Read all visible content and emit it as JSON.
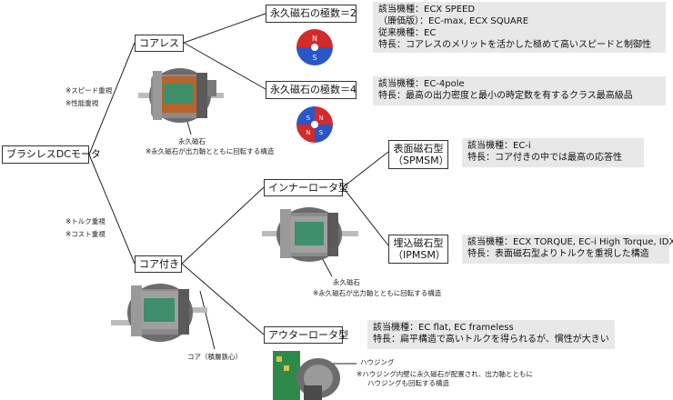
{
  "root": {
    "label": "ブラシレスDCモータ"
  },
  "coreless": {
    "label": "コアレス",
    "notes": [
      "※スピード重視",
      "※性能重視"
    ],
    "magnet_caption": "永久磁石",
    "rotation_caption": "※永久磁石が出力軸とともに回転する構造",
    "pole2": {
      "label": "永久磁石の極数＝2",
      "info": [
        "該当機種：ECX SPEED",
        "（廉価版）：EC-max, ECX SQUARE",
        "従来機種：EC",
        "特長：コアレスのメリットを活かした極めて高いスピードと制御性"
      ],
      "poles": [
        "N",
        "S"
      ]
    },
    "pole4": {
      "label": "永久磁石の極数＝4",
      "info": [
        "該当機種：EC-4pole",
        "特長：最高の出力密度と最小の時定数を有するクラス最高級品"
      ],
      "poles": [
        "N",
        "S",
        "S",
        "N"
      ]
    }
  },
  "cored": {
    "label": "コア付き",
    "notes": [
      "※トルク重視",
      "※コスト重視"
    ],
    "core_caption": "コア（積層鉄心）",
    "inner": {
      "label": "インナーロータ型",
      "magnet_caption": "永久磁石",
      "rotation_caption": "※永久磁石が出力軸とともに回転する構造",
      "spm": {
        "label": [
          "表面磁石型",
          "（SPMSM）"
        ],
        "info": [
          "該当機種：EC-i",
          "特長：コア付きの中では最高の応答性"
        ]
      },
      "ipm": {
        "label": [
          "埋込磁石型",
          "（IPMSM）"
        ],
        "info": [
          "該当機種：ECX TORQUE, EC-i High Torque, IDX",
          "特長：表面磁石型よりトルクを重視した構造"
        ]
      }
    },
    "outer": {
      "label": "アウターロータ型",
      "info": [
        "該当機種：EC flat, EC frameless",
        "特長：扁平構造で高いトルクを得られるが、慣性が大きい"
      ],
      "housing_caption": "ハウジング",
      "housing_note": [
        "※ハウジング内壁に永久磁石が配置され、出力軸とともに",
        "ハウジングも回転する構造"
      ]
    }
  },
  "colors": {
    "north": "#d42a2a",
    "south": "#2a56c6",
    "box_bg": "#e8e8e8"
  }
}
